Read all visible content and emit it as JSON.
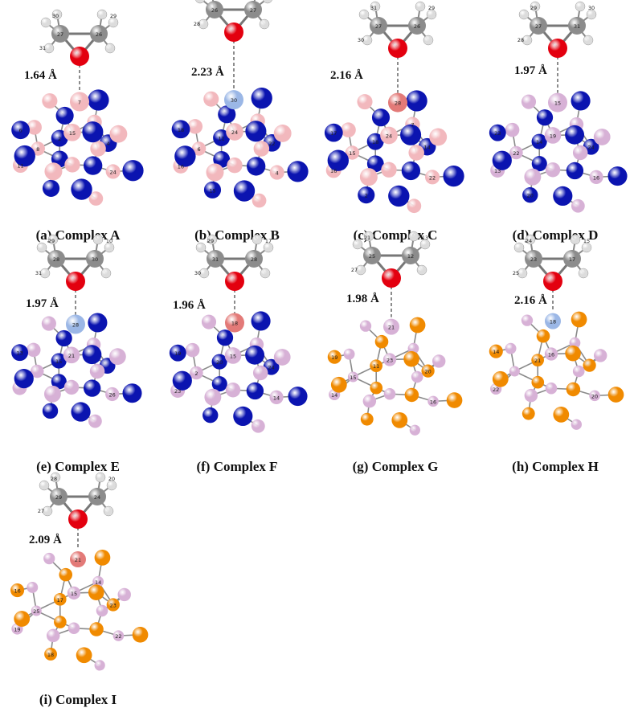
{
  "colors": {
    "oxygen": "#e3000f",
    "carbon": "#8c8c8c",
    "hydrogen": "#dcdcdc",
    "nitrogen": "#0b14b0",
    "boron_light": "#f2b8bd",
    "boron_lilac": "#d7b1d6",
    "phosphorus": "#f08a00",
    "dopant_al": "#9bb7e6",
    "dopant_ga": "#e37a78"
  },
  "panels": [
    {
      "caption": "(a)  Complex A",
      "distance": "1.64 Å",
      "type": "BN",
      "dopant": "none",
      "atom_labels": [
        "31",
        "30",
        "27",
        "26",
        "29",
        "7",
        "15",
        "6",
        "24",
        "2",
        "11",
        "4",
        "8"
      ]
    },
    {
      "caption": "(b)  Complex B",
      "distance": "2.23 Å",
      "type": "BN",
      "dopant": "Al",
      "atom_labels": [
        "28",
        "29",
        "26",
        "27",
        "31",
        "30",
        "24",
        "18",
        "4",
        "11",
        "16",
        "22",
        "6",
        "15"
      ]
    },
    {
      "caption": "(c)  Complex C",
      "distance": "2.16 Å",
      "type": "BN",
      "dopant": "Ga",
      "atom_labels": [
        "30",
        "31",
        "27",
        "26",
        "29",
        "28",
        "24",
        "17",
        "22",
        "18",
        "16",
        "14",
        "15",
        "2",
        "7"
      ]
    },
    {
      "caption": "(d)  Complex D",
      "distance": "1.97 Å",
      "type": "BN2",
      "dopant": "none",
      "atom_labels": [
        "28",
        "29",
        "27",
        "31",
        "30",
        "15",
        "19",
        "23",
        "16",
        "14",
        "13",
        "24",
        "22",
        "20"
      ]
    },
    {
      "caption": "(e)  Complex E",
      "distance": "1.97 Å",
      "type": "BN2",
      "dopant": "Al",
      "atom_labels": [
        "31",
        "29",
        "28",
        "30",
        "10",
        "28",
        "21",
        "13",
        "26",
        "15"
      ]
    },
    {
      "caption": "(f)  Complex F",
      "distance": "1.96 Å",
      "type": "BN2",
      "dopant": "Ga",
      "atom_labels": [
        "30",
        "29",
        "31",
        "28",
        "17",
        "18",
        "15",
        "19",
        "14",
        "20",
        "23",
        "24",
        "2"
      ]
    },
    {
      "caption": "(g)  Complex G",
      "distance": "1.98 Å",
      "type": "BP",
      "dopant": "none",
      "atom_labels": [
        "27",
        "21",
        "25",
        "12",
        "13",
        "21",
        "23",
        "19",
        "16",
        "11",
        "14",
        "20",
        "15"
      ]
    },
    {
      "caption": "(h)  Complex H",
      "distance": "2.16 Å",
      "type": "BP",
      "dopant": "Al",
      "atom_labels": [
        "25",
        "24",
        "23",
        "17",
        "15",
        "18",
        "16",
        "14",
        "20",
        "21",
        "22"
      ]
    },
    {
      "caption": "(i)  Complex I",
      "distance": "2.09 Å",
      "type": "BP",
      "dopant": "Ga",
      "atom_labels": [
        "27",
        "28",
        "29",
        "24",
        "20",
        "21",
        "15",
        "16",
        "22",
        "17",
        "19",
        "23",
        "25",
        "18",
        "14"
      ]
    }
  ]
}
